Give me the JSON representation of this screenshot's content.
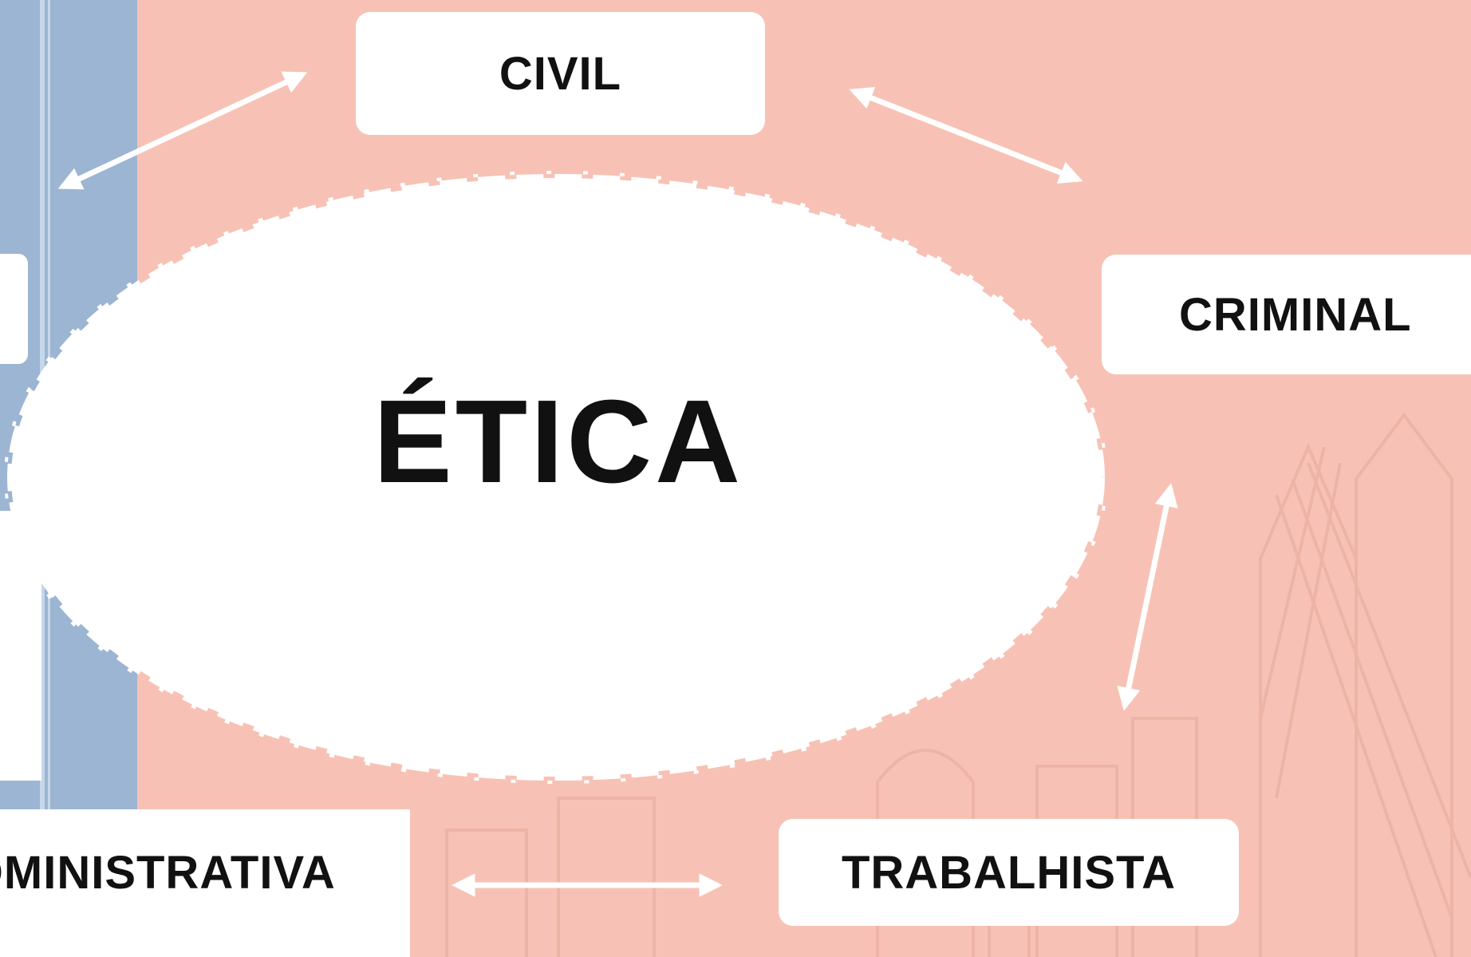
{
  "diagram": {
    "center_label": "ÉTICA",
    "nodes": {
      "civil": "CIVIL",
      "criminal": "CRIMINAL",
      "trabalhista": "TRABALHISTA",
      "administrativa": "DMINISTRATIVA"
    }
  },
  "colors": {
    "background": "#f7c2b5",
    "left_panel": "#9cb5d2",
    "box_fill": "#ffffff",
    "arrow": "#ffffff",
    "text": "#111111"
  }
}
